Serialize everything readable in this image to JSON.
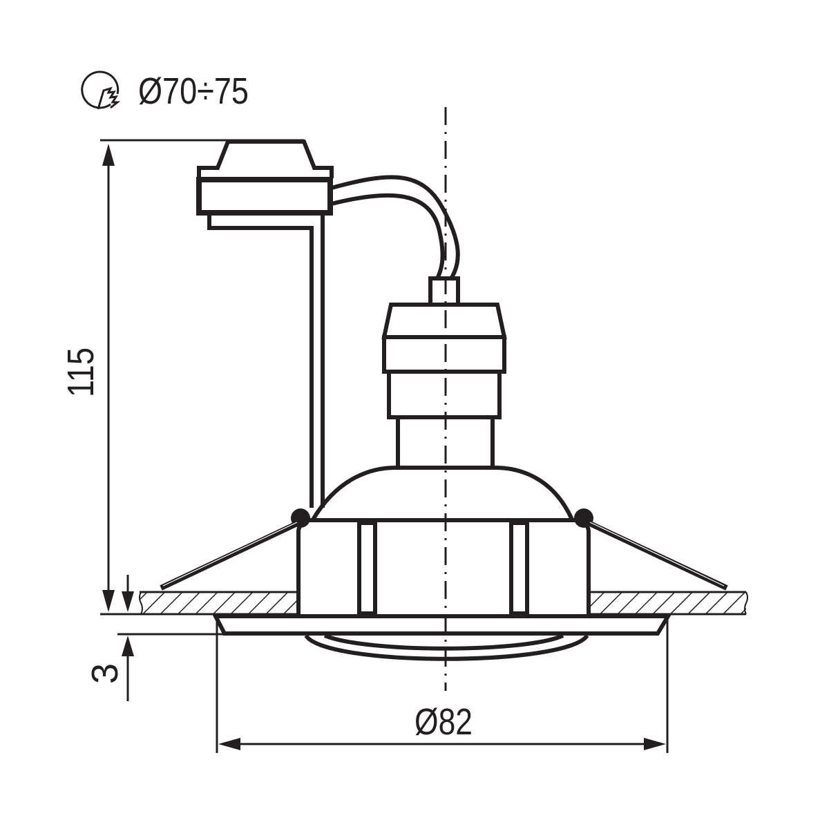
{
  "drawing": {
    "title": "Recessed downlight dimensional drawing",
    "stroke_color": "#231f20",
    "background": "#ffffff"
  },
  "cutout": {
    "icon": "cutout-hole-saw-icon",
    "label": "Ø70÷75"
  },
  "dimensions": {
    "height": {
      "label": "115",
      "orientation": "vertical"
    },
    "bezel_thickness": {
      "label": "3",
      "orientation": "vertical"
    },
    "outer_diameter": {
      "label": "Ø82",
      "orientation": "horizontal"
    }
  },
  "parts": [
    "connector-block",
    "cable",
    "lamp-socket",
    "housing-dome",
    "housing-ring",
    "spring-clip-left",
    "spring-clip-right",
    "ceiling-panel",
    "bezel-flange",
    "lens",
    "center-axis"
  ]
}
